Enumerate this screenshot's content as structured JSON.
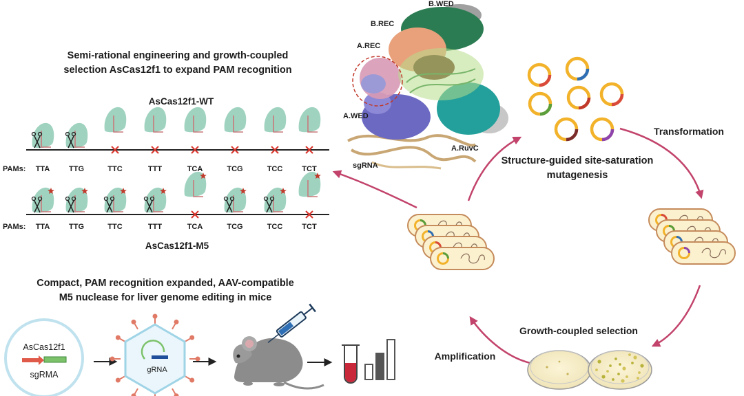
{
  "left_panel": {
    "title_line1": "Semi-rational engineering and growth-coupled",
    "title_line2": "selection AsCas12f1 to expand PAM recognition",
    "wt_label": "AsCas12f1-WT",
    "m5_label": "AsCas12f1-M5",
    "pams_label": "PAMs:",
    "pams": [
      "TTA",
      "TTG",
      "TTC",
      "TTT",
      "TCA",
      "TCG",
      "TCC",
      "TCT"
    ],
    "wt_cleaved": [
      true,
      true,
      false,
      false,
      false,
      false,
      false,
      false
    ],
    "m5_cleaved": [
      true,
      true,
      true,
      true,
      false,
      true,
      true,
      false
    ]
  },
  "bottom_panel": {
    "title_line1": "Compact, PAM recognition expanded,  AAV-compatible",
    "title_line2": "M5 nuclease  for liver genome editing in mice",
    "plasmid_label1": "AsCas12f1",
    "plasmid_label2": "sgRMA",
    "aav_label": "gRNA"
  },
  "structure": {
    "labels": {
      "b_wed": "B.WED",
      "b_rec": "B.REC",
      "a_rec": "A.REC",
      "a_wed": "A.WED",
      "sgrna": "sgRNA",
      "a_ruvc": "A.RuvC"
    }
  },
  "cycle": {
    "center_line1": "Structure-guided site-saturation",
    "center_line2": "mutagenesis",
    "transformation": "Transformation",
    "growth_selection": "Growth-coupled selection",
    "amplification": "Amplification"
  },
  "colors": {
    "cycle_arrow": "#c2436b",
    "protein": "#9fd3c0",
    "mutation_star": "#c0392b",
    "cross": "#d9342b",
    "plasmid_ring": "#f2b22a"
  }
}
